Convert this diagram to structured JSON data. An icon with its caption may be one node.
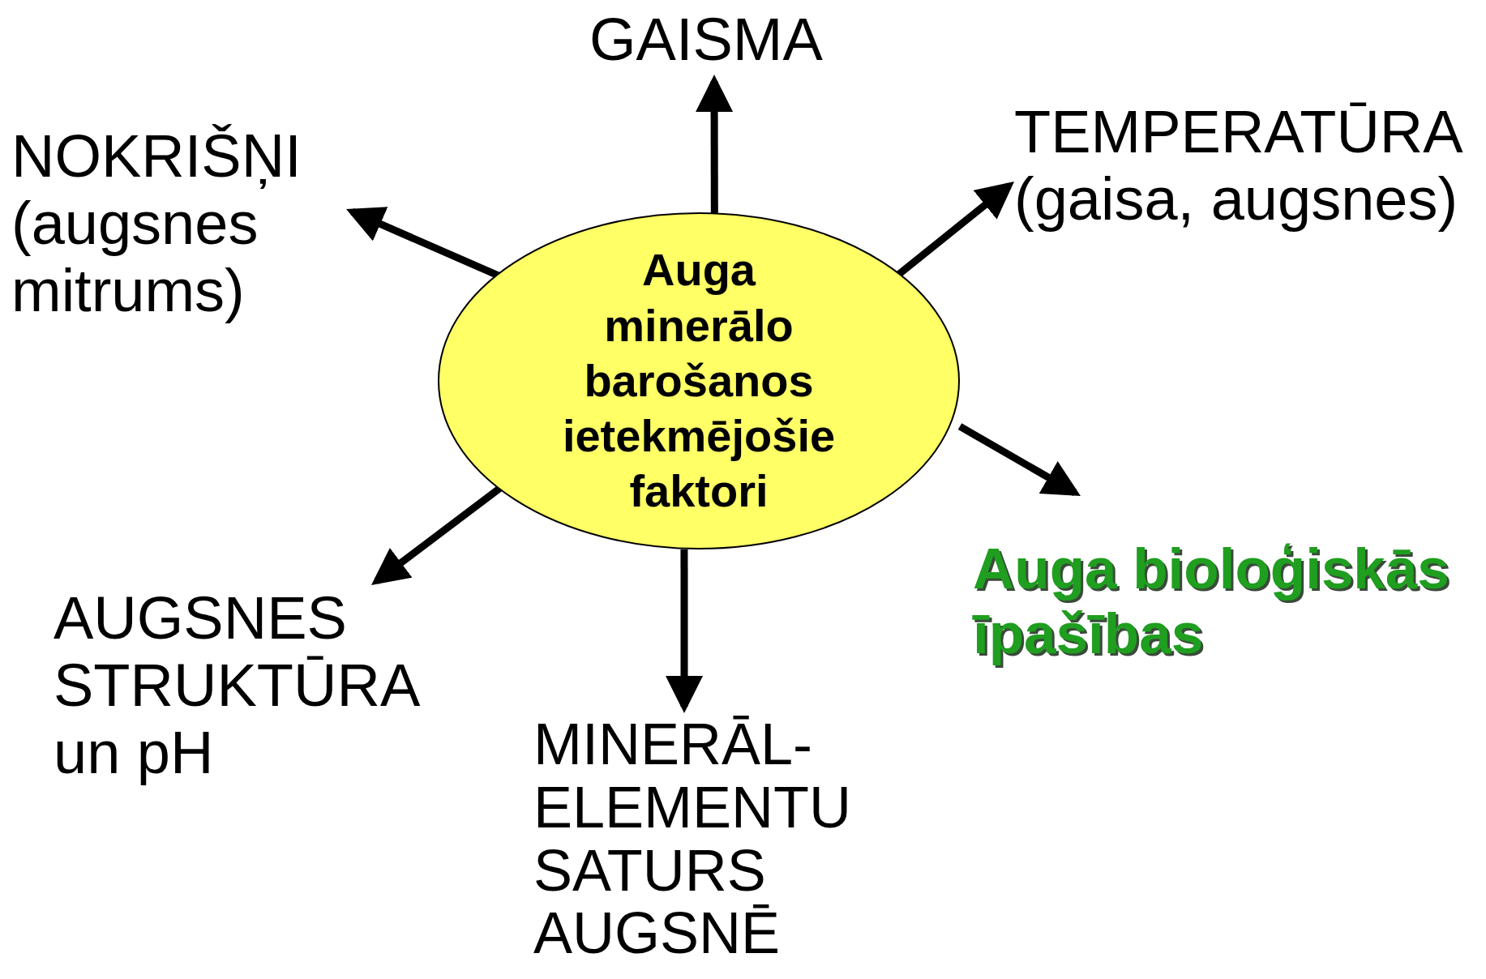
{
  "diagram": {
    "nodes": [
      {
        "text": [
          "Auga minerālo barošanos ietekmējošie faktori"
        ]
      },
      {
        "text": [
          "GAISMA"
        ]
      },
      {
        "text": [
          "TEMPERATŪRA (gaisa, augsnes)"
        ]
      },
      {
        "text": [
          "Auga bioloģiskās īpašības"
        ]
      },
      {
        "text": [
          "MINERĀL- ELEMENTU SATURS AUGSNĒ"
        ]
      },
      {
        "text": [
          "AUGSNES STRUKTŪRA un pH"
        ]
      },
      {
        "text": [
          "NOKRIŠŅI (augsnes mitrums)"
        ]
      }
    ],
    "edges": [
      {
        "from": 0,
        "to": 1,
        "arrow": "to"
      },
      {
        "from": 0,
        "to": 2,
        "arrow": "to"
      },
      {
        "from": 0,
        "to": 3,
        "arrow": "to"
      },
      {
        "from": 0,
        "to": 4,
        "arrow": "to"
      },
      {
        "from": 0,
        "to": 5,
        "arrow": "to"
      },
      {
        "from": 0,
        "to": 6,
        "arrow": "to"
      }
    ]
  }
}
